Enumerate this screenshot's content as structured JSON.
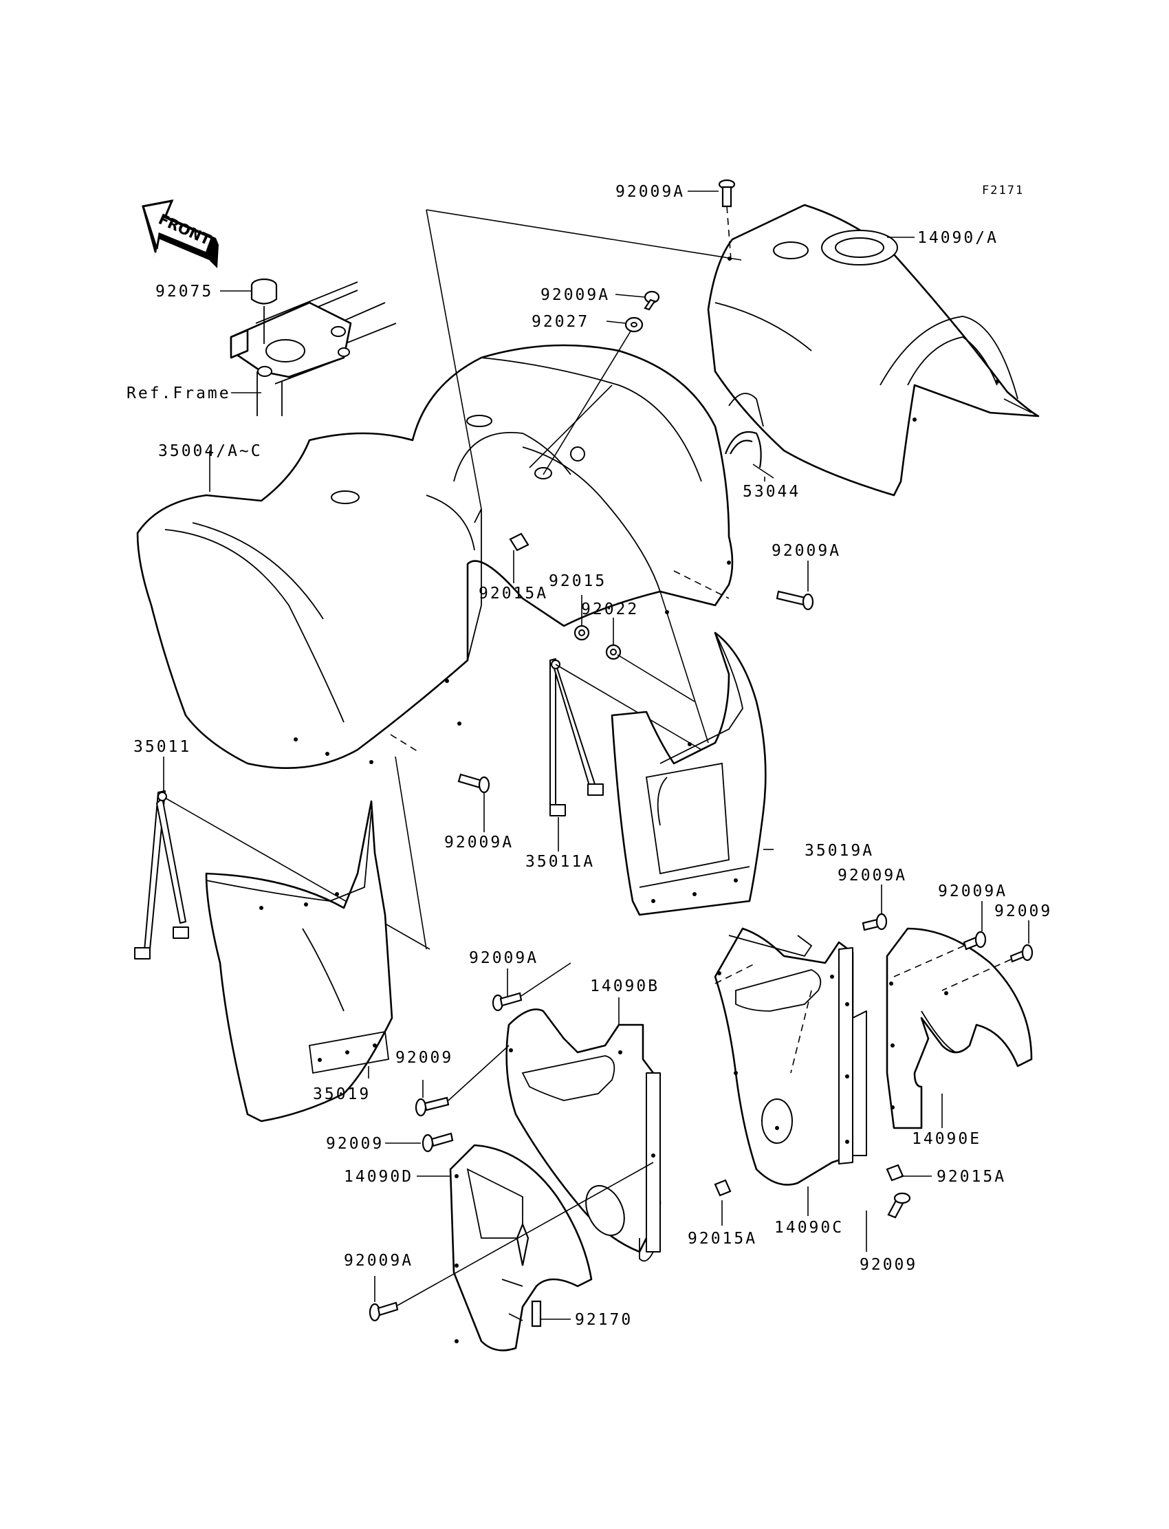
{
  "figure_code": "F2171",
  "front_label": "FRONT",
  "labels": {
    "p92009A_top": "92009A",
    "p14090A": "14090/A",
    "p92075": "92075",
    "p92009A_mid": "92009A",
    "p92027": "92027",
    "ref_frame": "Ref.Frame",
    "p35004": "35004/A~C",
    "p53044": "53044",
    "p92009A_right": "92009A",
    "p92015A_mid": "92015A",
    "p92015": "92015",
    "p92022": "92022",
    "p35011": "35011",
    "p92009A_left": "92009A",
    "p35011A": "35011A",
    "p35019A": "35019A",
    "p92009A_c1": "92009A",
    "p92009A_c2": "92009A",
    "p92009_c3": "92009",
    "p92009A_b1": "92009A",
    "p14090B": "14090B",
    "p35019": "35019",
    "p92009_b2": "92009",
    "p92009_b3": "92009",
    "p14090D": "14090D",
    "p92015A_b": "92015A",
    "p92009A_b4": "92009A",
    "p92170": "92170",
    "p14090E": "14090E",
    "p92015A_r": "92015A",
    "p14090C": "14090C",
    "p92009_r": "92009"
  }
}
